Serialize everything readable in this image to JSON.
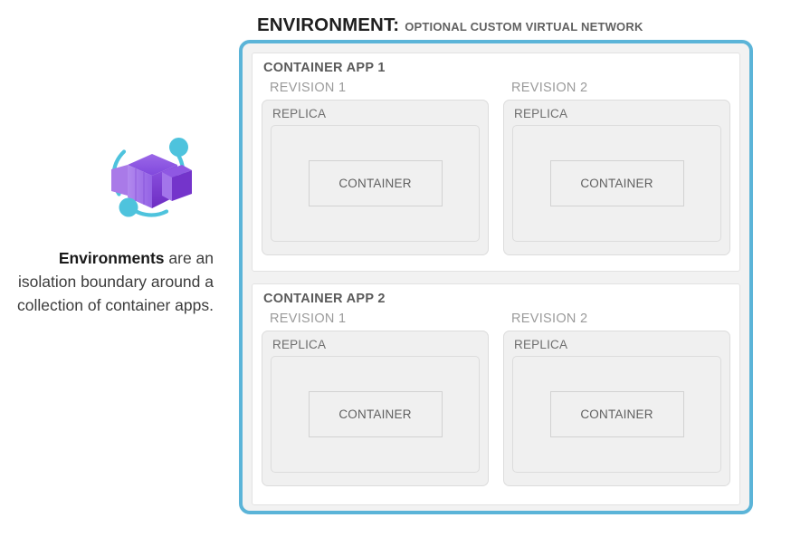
{
  "title": {
    "main": "ENVIRONMENT:",
    "subtitle": "OPTIONAL CUSTOM VIRTUAL NETWORK"
  },
  "caption": {
    "lead": "Environments",
    "rest": " are an isolation boundary around a collection of container apps."
  },
  "icon": {
    "name": "azure-container-apps-icon",
    "colors": {
      "purple_light": "#a97ae8",
      "purple_mid": "#8a52e0",
      "purple_dark": "#6f2fc4",
      "accent_cyan": "#4ec3dd"
    }
  },
  "colors": {
    "environment_border": "#5bb4d8",
    "environment_fill": "#f2f2f2",
    "app_panel_fill": "#ffffff",
    "box_fill": "#f0f0f0",
    "box_border": "#dcdcdc",
    "title_text": "#1f1f1f",
    "subtitle_text": "#616161",
    "app_title_text": "#5a5a5a",
    "revision_title_text": "#9b9b9b",
    "replica_title_text": "#6e6e6e",
    "container_text": "#5f5f5f"
  },
  "apps": [
    {
      "label": "CONTAINER APP 1",
      "revisions": [
        {
          "label": "REVISION 1",
          "replica_label": "REPLICA",
          "container_label": "CONTAINER"
        },
        {
          "label": "REVISION 2",
          "replica_label": "REPLICA",
          "container_label": "CONTAINER"
        }
      ]
    },
    {
      "label": "CONTAINER APP 2",
      "revisions": [
        {
          "label": "REVISION 1",
          "replica_label": "REPLICA",
          "container_label": "CONTAINER"
        },
        {
          "label": "REVISION 2",
          "replica_label": "REPLICA",
          "container_label": "CONTAINER"
        }
      ]
    }
  ]
}
